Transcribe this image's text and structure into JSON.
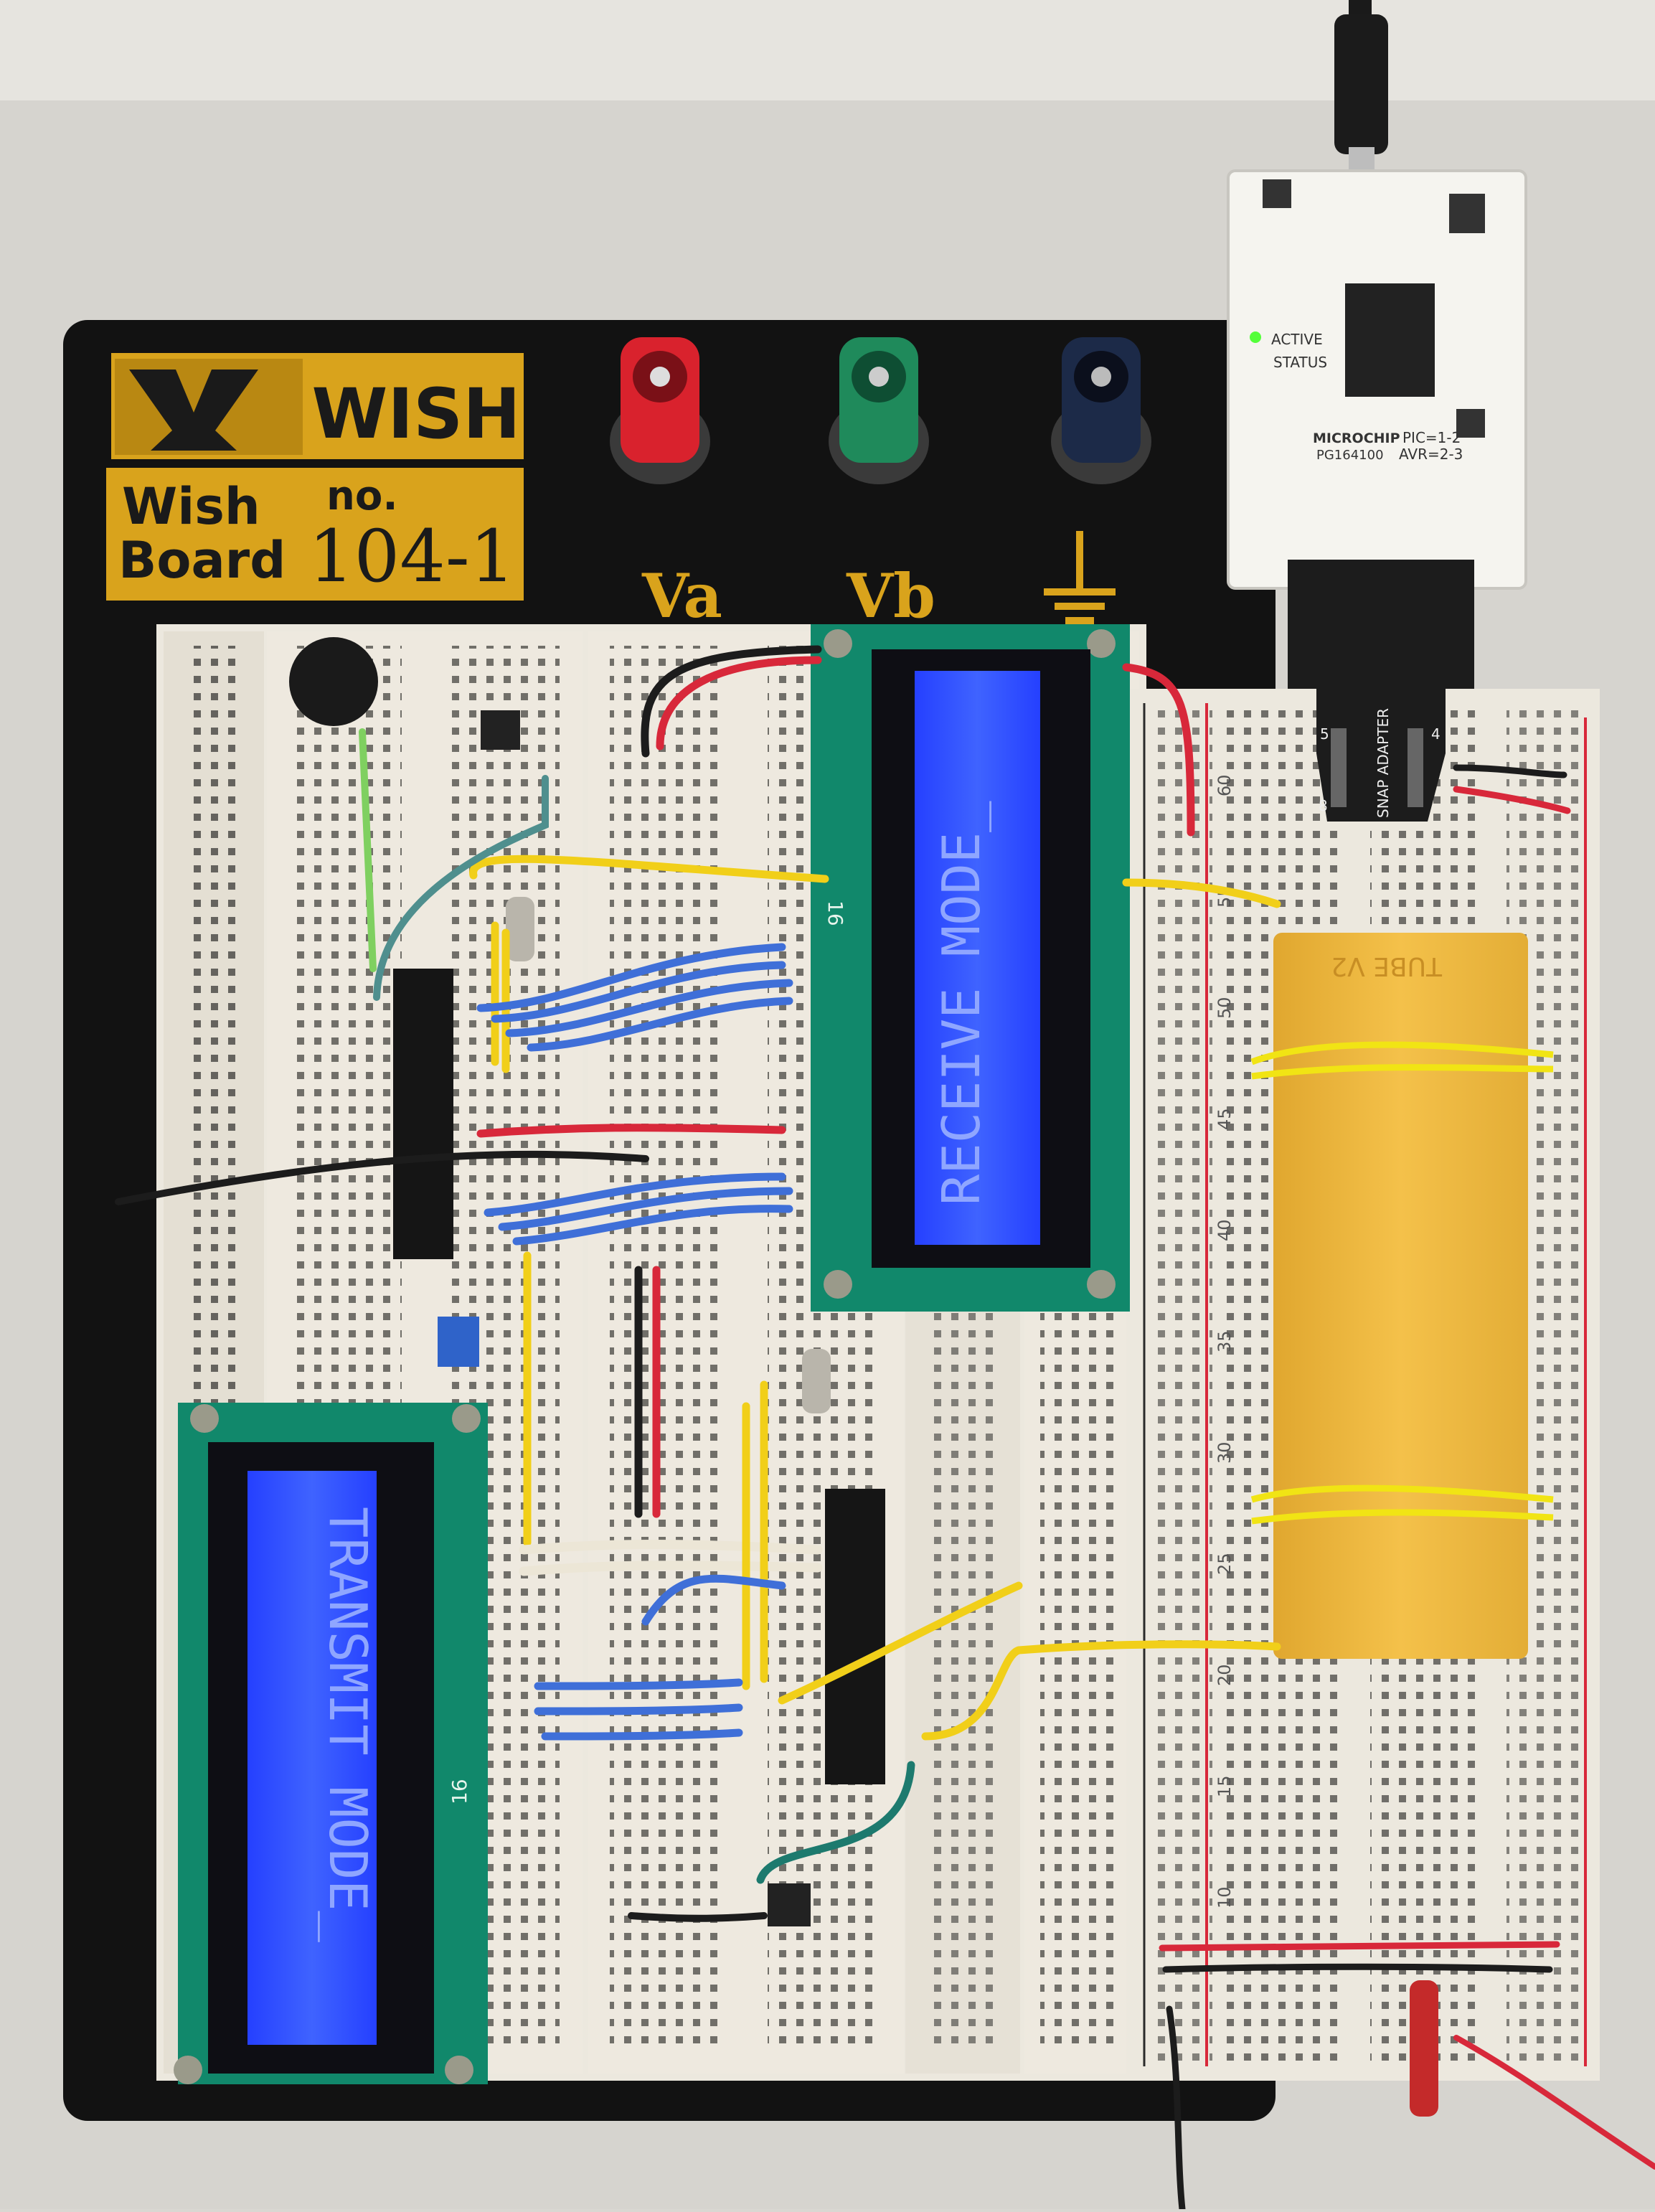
{
  "brand": {
    "logo_word": "WISH",
    "board_name_line1": "Wish",
    "board_name_line2": "Board",
    "model_prefix": "no.",
    "model_number": "104-1"
  },
  "terminals": {
    "va_label": "Va",
    "vb_label": "Vb"
  },
  "lcd_receive": {
    "text": "RECEIVE MODE_",
    "pin_label": "16"
  },
  "lcd_transmit": {
    "text": "TRANSMIT MODE_",
    "pin_label": "16"
  },
  "programmer": {
    "brand": "MICROCHIP",
    "model": "PG164100",
    "active_label": "ACTIVE",
    "status_label": "STATUS",
    "pic_label": "PIC=1-2",
    "avr_label": "AVR=2-3"
  },
  "adapter": {
    "label": "SNAP ADAPTER",
    "pin_left": "5",
    "pin_right": "4",
    "pin_bottom": "8"
  },
  "battery_holder": {
    "label": "TUBE V2"
  },
  "breadboard_numbers": {
    "right_column": [
      "60",
      "55",
      "50",
      "45",
      "40",
      "35",
      "30",
      "25",
      "20",
      "15",
      "10"
    ]
  },
  "colors": {
    "lcd_backlight": "#2f4fff",
    "wire_yellow": "#f1cf19",
    "wire_blue": "#3f6fd8",
    "wire_red": "#d8283a",
    "logo_gold": "#d9a31c"
  }
}
